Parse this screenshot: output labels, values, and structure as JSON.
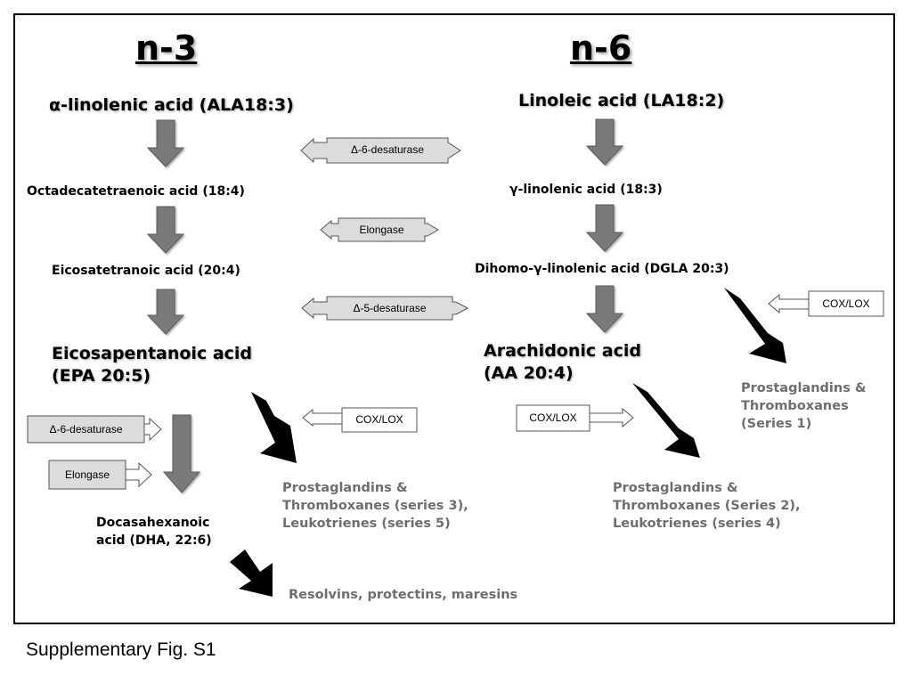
{
  "headings": {
    "n3": "n-3",
    "n6": "n-6"
  },
  "n3_pathway": {
    "ala": "α-linolenic acid (ALA18:3)",
    "octa": "Octadecatetraenoic acid (18:4)",
    "eicosatetra": "Eicosatetranoic acid (20:4)",
    "epa_line1": "Eicosapentanoic acid",
    "epa_line2": "(EPA 20:5)",
    "dha_line1": "Docasahexanoic",
    "dha_line2": "acid (DHA, 22:6)"
  },
  "n6_pathway": {
    "la": "Linoleic acid (LA18:2)",
    "gla": "γ-linolenic acid (18:3)",
    "dgla": "Dihomo-γ-linolenic acid (DGLA 20:3)",
    "aa_line1": "Arachidonic acid",
    "aa_line2": "(AA 20:4)"
  },
  "enzymes": {
    "d6_center": "Δ-6-desaturase",
    "elongase_center": "Elongase",
    "d5_center": "Δ-5-desaturase",
    "d6_left": "Δ-6-desaturase",
    "elongase_left": "Elongase",
    "coxlox_epa": "COX/LOX",
    "coxlox_aa": "COX/LOX",
    "coxlox_dgla": "COX/LOX"
  },
  "products": {
    "epa": [
      "Prostaglandins &",
      "Thromboxanes (series 3),",
      "Leukotrienes (series 5)"
    ],
    "aa": [
      "Prostaglandins &",
      "Thromboxanes (Series 2),",
      "Leukotrienes (series 4)"
    ],
    "dgla": [
      "Prostaglandins &",
      "Thromboxanes",
      "(Series 1)"
    ],
    "dha": "Resolvins, protectins, maresins"
  },
  "caption": "Supplementary Fig. S1",
  "colors": {
    "gray_arrow": "#7a7a7a",
    "black_arrow": "#000000",
    "enzyme_box": "#dcdcdc",
    "product_text": "#6e6e6e"
  }
}
